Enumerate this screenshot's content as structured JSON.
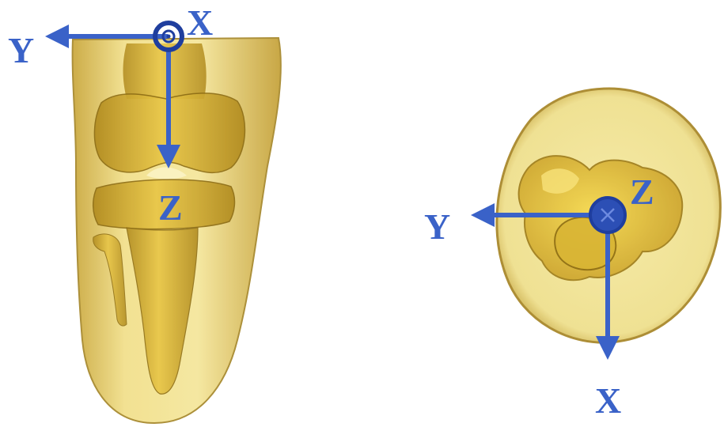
{
  "colors": {
    "axis": "#3a62c8",
    "axis_dark": "#1f3e9e",
    "limb_outer": "#f2e18c",
    "limb_edge": "#b6952c",
    "bone": "#e6c03a",
    "bone_dark": "#a3801a",
    "background": "#ffffff"
  },
  "left_view": {
    "axes": {
      "x": "X",
      "y": "Y",
      "z": "Z"
    }
  },
  "right_view": {
    "axes": {
      "x": "X",
      "y": "Y",
      "z": "Z"
    }
  }
}
